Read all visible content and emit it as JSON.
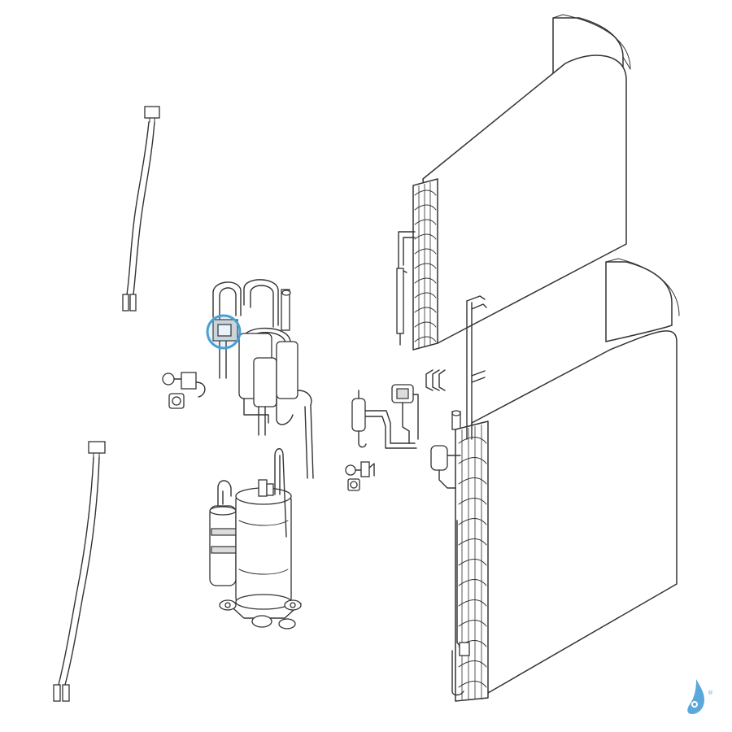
{
  "diagram": {
    "type": "exploded-parts-view",
    "parts": [
      {
        "name": "upper-cable-harness"
      },
      {
        "name": "lower-cable-harness"
      },
      {
        "name": "four-way-valve-assembly",
        "highlighted": true
      },
      {
        "name": "left-service-valve"
      },
      {
        "name": "compressor"
      },
      {
        "name": "filter-drier-piping"
      },
      {
        "name": "lower-service-valve"
      },
      {
        "name": "upper-condenser-coil"
      },
      {
        "name": "lower-condenser-coil"
      }
    ],
    "colors": {
      "line": "#333333",
      "highlight": "#4a9fd4",
      "logo": "#5ba8dc",
      "background": "#ffffff"
    },
    "logo": {
      "mark": "®"
    }
  }
}
